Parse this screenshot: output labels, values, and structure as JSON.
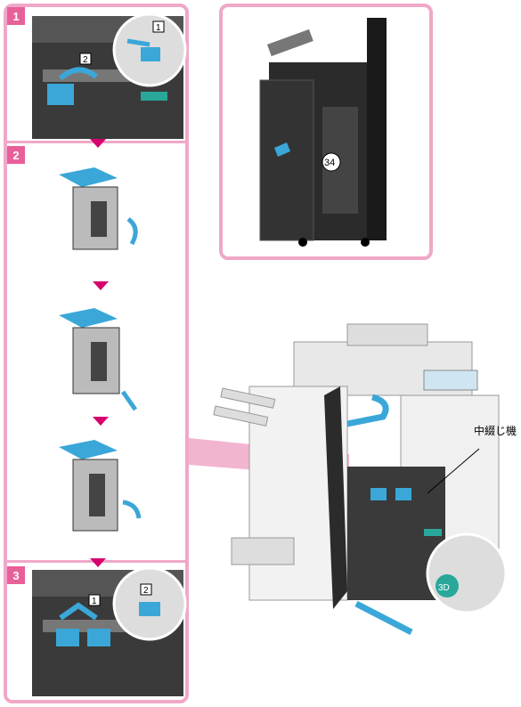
{
  "steps": [
    {
      "number": "1"
    },
    {
      "number": "2"
    },
    {
      "number": "3"
    }
  ],
  "callouts": {
    "step1_a": "1",
    "step1_b": "2",
    "step3_a": "1",
    "step3_b": "2",
    "part_number": "34",
    "saddle_stitcher_label": "中綴じ機",
    "dial_label": "3D"
  },
  "colors": {
    "panel_border": "#f0a8c8",
    "badge": "#e8609a",
    "arrow": "#d6006e",
    "accent_blue": "#3aa7d8",
    "machine_dark": "#2b2b2b"
  }
}
